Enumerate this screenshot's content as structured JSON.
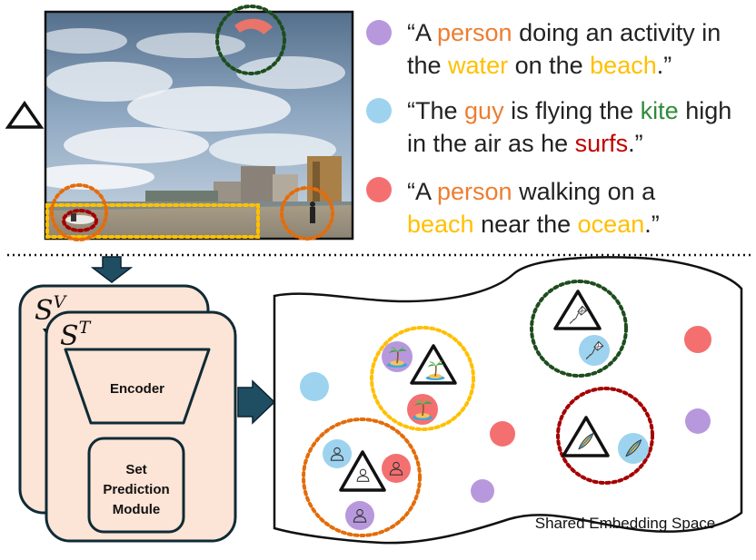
{
  "colors": {
    "person": "#ED7D31",
    "water": "#FFC000",
    "beach": "#FFC000",
    "guy": "#ED7D31",
    "kite": "#2E8B3A",
    "surfs": "#C00000",
    "ocean": "#FFC000",
    "bullet_purple": "#B898DC",
    "bullet_blue": "#9DD3EE",
    "bullet_red": "#F47070",
    "module_fill": "#FCE4D6",
    "module_stroke": "#0F2B36",
    "arrow": "#1F4E63",
    "circle_green": "#1E4D1E",
    "circle_yellow": "#FFC000",
    "circle_orange": "#E46C0A",
    "circle_darkred": "#A50000"
  },
  "captions": [
    {
      "bullet": "purple",
      "line1": [
        {
          "text": "“A ",
          "color": null
        },
        {
          "text": "person",
          "color": "person"
        },
        {
          "text": " doing an activity in",
          "color": null
        }
      ],
      "line2": [
        {
          "text": "the ",
          "color": null
        },
        {
          "text": "water",
          "color": "water"
        },
        {
          "text": " on the ",
          "color": null
        },
        {
          "text": "beach",
          "color": "beach"
        },
        {
          "text": ".”",
          "color": null
        }
      ]
    },
    {
      "bullet": "blue",
      "line1": [
        {
          "text": "“The ",
          "color": null
        },
        {
          "text": "guy",
          "color": "guy"
        },
        {
          "text": " is flying the ",
          "color": null
        },
        {
          "text": "kite",
          "color": "kite"
        },
        {
          "text": " high",
          "color": null
        }
      ],
      "line2": [
        {
          "text": "in the air as he ",
          "color": null
        },
        {
          "text": "surfs",
          "color": "surfs"
        },
        {
          "text": ".”",
          "color": null
        }
      ]
    },
    {
      "bullet": "red",
      "line1": [
        {
          "text": "“A ",
          "color": null
        },
        {
          "text": "person",
          "color": "person"
        },
        {
          "text": " walking on a",
          "color": null
        }
      ],
      "line2": [
        {
          "text": "beach",
          "color": "beach"
        },
        {
          "text": " near the ",
          "color": null
        },
        {
          "text": "ocean",
          "color": "ocean"
        },
        {
          "text": ".”",
          "color": null
        }
      ]
    }
  ],
  "modules": {
    "back_symbol": "S",
    "back_superscript": "V",
    "front_symbol": "S",
    "front_superscript": "T",
    "encoder_label": "Encoder",
    "set_prediction_line1": "Set",
    "set_prediction_line2": "Prediction",
    "set_prediction_line3": "Module"
  },
  "embedding_space": {
    "label": "Shared Embedding Space",
    "icons": [
      "island-icon",
      "kite-icon",
      "person-icon",
      "surfboard-icon"
    ]
  }
}
